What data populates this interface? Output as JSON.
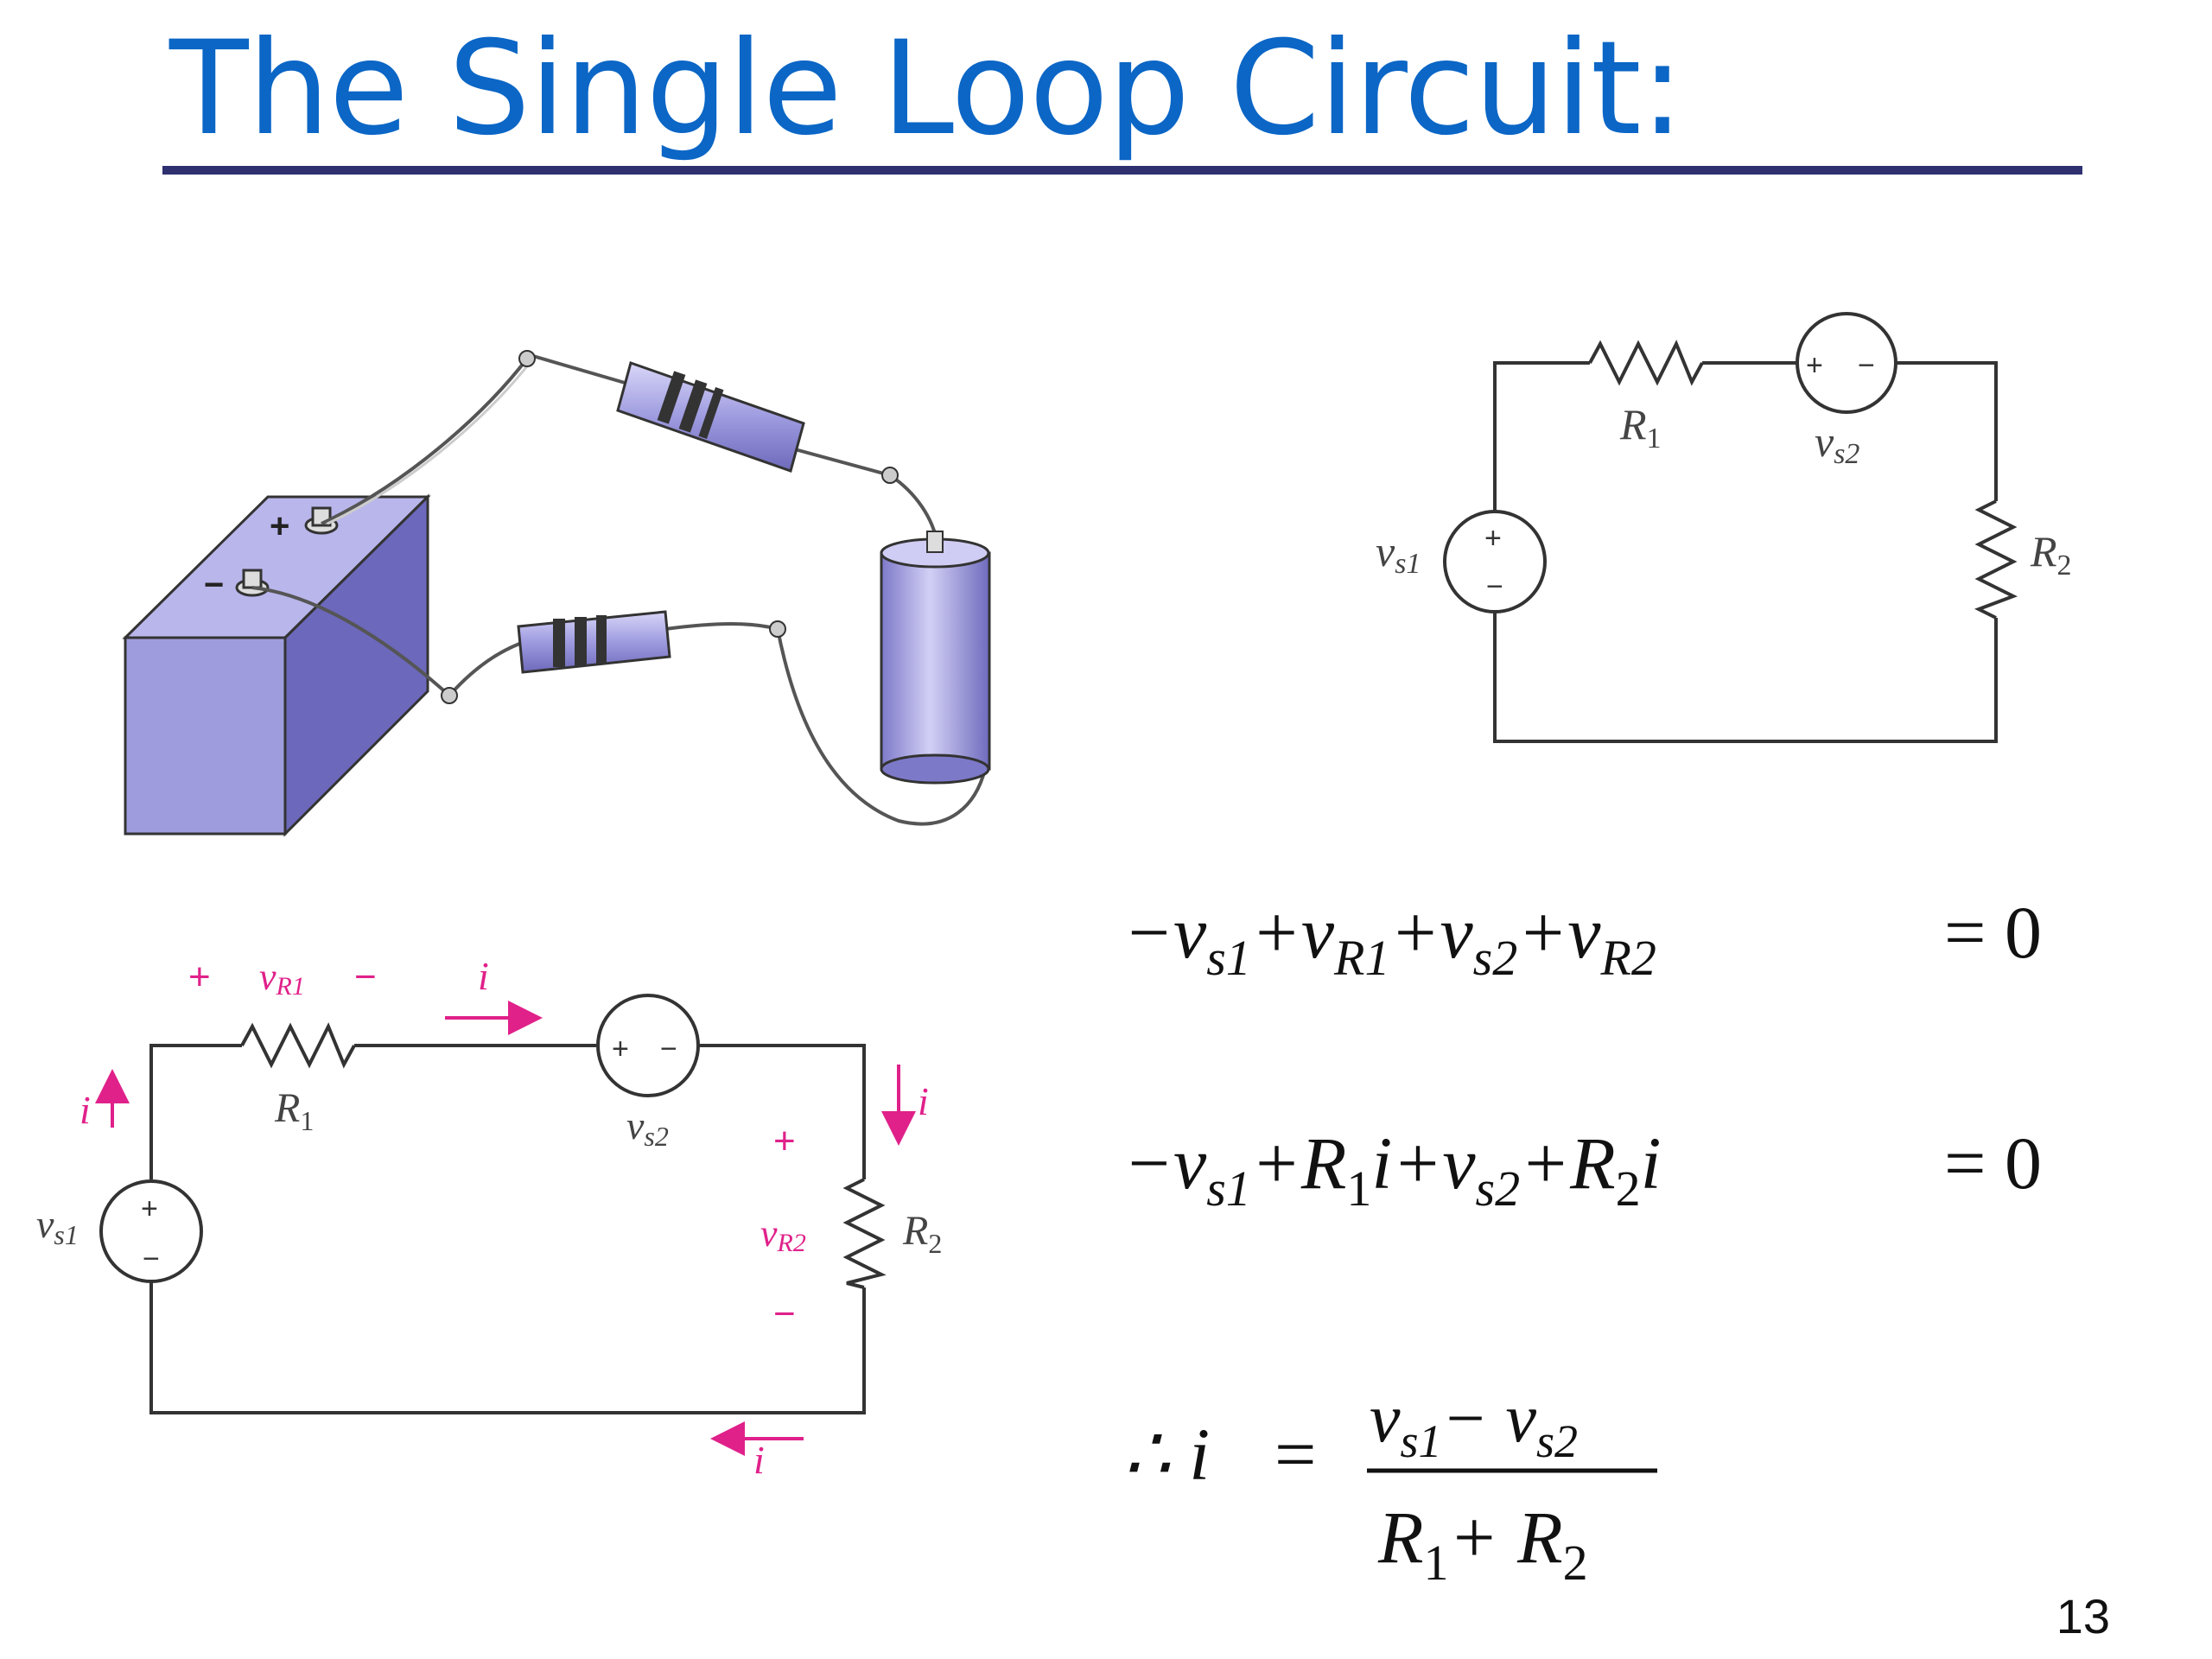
{
  "slide": {
    "title": "The Single Loop Circuit:",
    "page_number": "13"
  },
  "circuit_top": {
    "source1": "v",
    "source1_sub": "s1",
    "r1": "R",
    "r1_sub": "1",
    "source2": "v",
    "source2_sub": "s2",
    "r2": "R",
    "r2_sub": "2"
  },
  "circuit_bottom": {
    "plus": "+",
    "minus": "−",
    "vr1": "v",
    "vr1_sub": "R1",
    "vr2": "v",
    "vr2_sub": "R2",
    "current": "i",
    "r1": "R",
    "r1_sub": "1",
    "r2": "R",
    "r2_sub": "2",
    "source1": "v",
    "source1_sub": "s1",
    "source2": "v",
    "source2_sub": "s2"
  },
  "equations": {
    "kvl_voltages": [
      "−v",
      "s1",
      "+v",
      "R1",
      "+v",
      "s2",
      "+v",
      "R2",
      "= 0"
    ],
    "kvl_currents": [
      "−v",
      "s1",
      "+R",
      "1",
      "i",
      "+v",
      "s2",
      "+R",
      "2",
      "i",
      "= 0"
    ],
    "result": {
      "therefore": "∴ i",
      "equals": "=",
      "numerator": [
        "v",
        "s1",
        "− v",
        "s2"
      ],
      "denominator": [
        "R",
        "1",
        "+ R",
        "2"
      ]
    }
  },
  "colors": {
    "title": "#0b66c6",
    "rule": "#2e3070",
    "annotation": "#e0218a",
    "component": "#8f8cd6"
  }
}
